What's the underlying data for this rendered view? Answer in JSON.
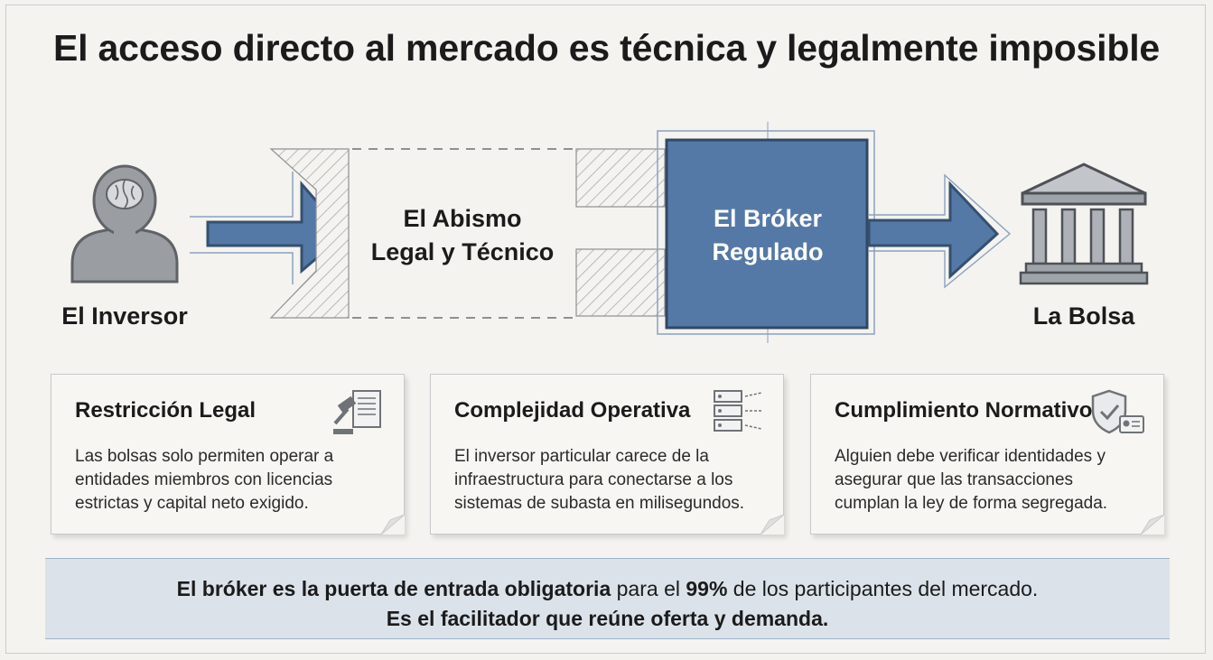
{
  "title": "El acceso directo al mercado es técnica y legalmente imposible",
  "flow": {
    "investor_label": "El Inversor",
    "abyss_line1": "El Abismo",
    "abyss_line2": "Legal y Técnico",
    "broker_line1": "El Bróker",
    "broker_line2": "Regulado",
    "exchange_label": "La Bolsa"
  },
  "cards": [
    {
      "heading": "Restricción Legal",
      "body": "Las bolsas solo permiten operar a entidades miembros con licencias estrictas y capital neto exigido.",
      "icon": "gavel-document-icon"
    },
    {
      "heading": "Complejidad Operativa",
      "body": "El inversor particular carece de la infraestructura para conectarse a los sistemas de subasta en milisegundos.",
      "icon": "server-rack-icon"
    },
    {
      "heading": "Cumplimiento Normativo",
      "body": "Alguien debe verificar identidades y asegurar que las transacciones cumplan la ley de forma segregada.",
      "icon": "shield-check-id-icon"
    }
  ],
  "banner": {
    "l1_bold": "El bróker es la puerta de entrada obligatoria",
    "l1_mid": " para el ",
    "l1_pct": "99%",
    "l1_end": " de los participantes del mercado.",
    "l2": "Es el facilitador que reúne oferta y demanda."
  },
  "colors": {
    "accent": "#5479a6",
    "accent_dark": "#35506f",
    "icon_gray": "#7d8187",
    "banner_bg": "#dbe2ea"
  }
}
